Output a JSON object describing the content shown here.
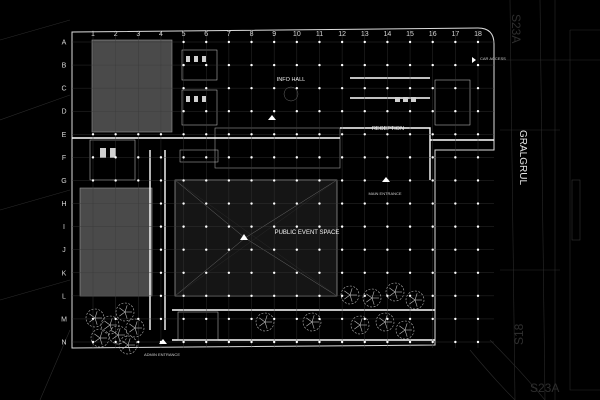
{
  "grid": {
    "columns": [
      "1",
      "2",
      "3",
      "4",
      "5",
      "6",
      "7",
      "8",
      "9",
      "10",
      "11",
      "12",
      "13",
      "14",
      "15",
      "16",
      "17",
      "18"
    ],
    "rows": [
      "A",
      "B",
      "C",
      "D",
      "E",
      "F",
      "G",
      "H",
      "I",
      "J",
      "K",
      "L",
      "M",
      "N"
    ]
  },
  "rooms": {
    "info_hall": "INFO HALL",
    "reception": "RECEPTION",
    "public_event_space": "PUBLIC EVENT SPACE",
    "main_entrance": "MAIN ENTRANCE",
    "admin_entrance": "ADMIN ENTRANCE",
    "car_access": "CAR ACCESS"
  },
  "street_labels": {
    "right_main": "GRALGRUL",
    "right_lower": "S18",
    "bottom_right": "S23A"
  },
  "colors": {
    "background": "#000000",
    "grid_line": "#3a3a3a",
    "column_dot": "#ffffff",
    "block_fill": "#4a4a4a",
    "wall": "#ffffff",
    "vegetation": "#bdbdbd"
  }
}
